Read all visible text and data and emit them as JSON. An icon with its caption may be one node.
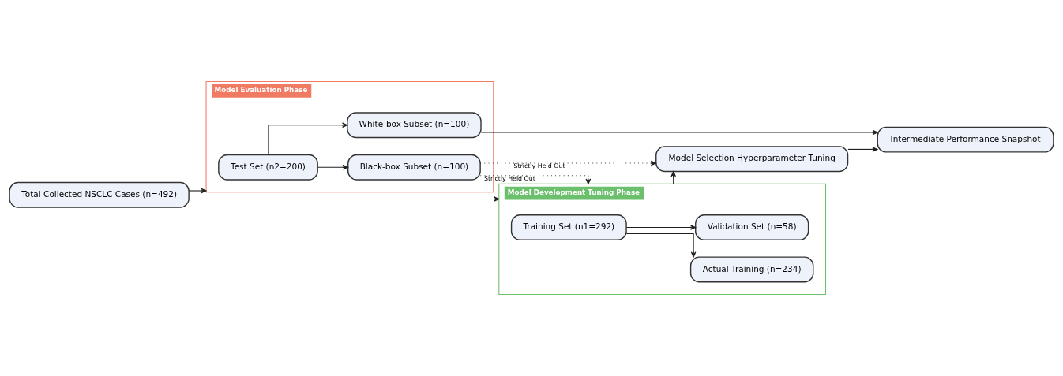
{
  "diagram": {
    "nodes": [
      {
        "text": [
          "Total Collected NSCLC Cases (n=492)"
        ]
      },
      {
        "text": [
          "Model Evaluation Phase"
        ]
      },
      {
        "text": [
          "Test Set (n2=200)"
        ],
        "in": 1
      },
      {
        "text": [
          "White-box Subset (n=100)"
        ],
        "in": 1
      },
      {
        "text": [
          "Black-box Subset (n=100)"
        ],
        "in": 1
      },
      {
        "text": [
          "Model Development Tuning Phase"
        ]
      },
      {
        "text": [
          "Training Set (n1=292)"
        ],
        "in": 5
      },
      {
        "text": [
          "Actual Training (n=234)"
        ],
        "in": 5
      },
      {
        "text": [
          "Validation Set (n=58)"
        ],
        "in": 5
      },
      {
        "text": [
          "Model Selection Hyperparameter Tuning"
        ]
      },
      {
        "text": [
          "Intermediate Performance Snapshot"
        ]
      }
    ],
    "edges": [
      {
        "from": 0,
        "to": 1,
        "arrow": "to"
      },
      {
        "from": 0,
        "to": 5,
        "arrow": "to"
      },
      {
        "from": 2,
        "to": 3,
        "arrow": "to"
      },
      {
        "from": 2,
        "to": 4,
        "arrow": "to"
      },
      {
        "from": 3,
        "to": 10,
        "arrow": "to"
      },
      {
        "from": 4,
        "to": 9,
        "arrow": "to",
        "label": "Strictly Held Out",
        "style": "dashed"
      },
      {
        "from": 4,
        "to": 5,
        "arrow": "to",
        "label": "Strictly Held Out",
        "style": "dashed"
      },
      {
        "from": 6,
        "to": 7,
        "arrow": "to"
      },
      {
        "from": 6,
        "to": 8,
        "arrow": "to"
      },
      {
        "from": 5,
        "to": 9,
        "arrow": "to"
      },
      {
        "from": 9,
        "to": 10,
        "arrow": "to"
      }
    ]
  }
}
